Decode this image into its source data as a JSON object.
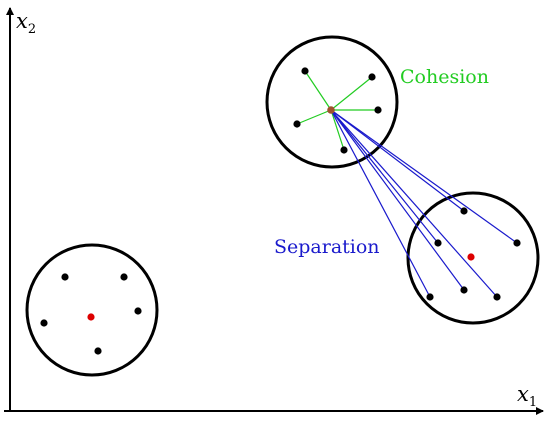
{
  "axes": {
    "x_label": {
      "base": "x",
      "sub": "1"
    },
    "y_label": {
      "base": "x",
      "sub": "2"
    }
  },
  "annotations": {
    "cohesion": "Cohesion",
    "separation": "Separation"
  },
  "colors": {
    "cohesion": "#22cc22",
    "separation": "#1a1acc",
    "centroid": "#dd0000",
    "focal_point": "#a0522d",
    "point": "#000000",
    "circle": "#000000"
  }
}
